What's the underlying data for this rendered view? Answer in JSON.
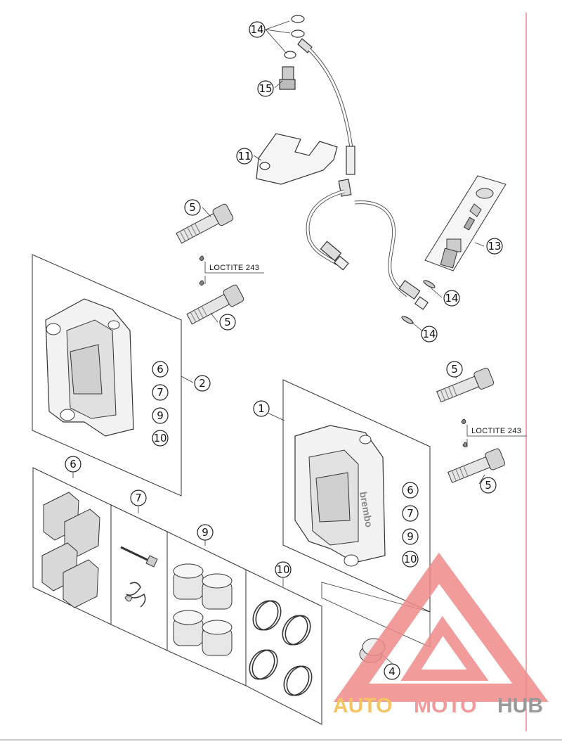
{
  "diagram": {
    "callouts": {
      "c14a": "14",
      "c15": "15",
      "c11": "11",
      "c13": "13",
      "c14b": "14",
      "c14c": "14",
      "c5a": "5",
      "c5b": "5",
      "c2": "2",
      "c6a": "6",
      "c7a": "7",
      "c9a": "9",
      "c10a": "10",
      "c1": "1",
      "c5c": "5",
      "c5d": "5",
      "c6b": "6",
      "c7b": "7",
      "c9b": "9",
      "c10b": "10",
      "c6c": "6",
      "c7c": "7",
      "c9c": "9",
      "c10c": "10",
      "c4": "4"
    },
    "notes": {
      "loctite_left": "LOCTITE 243",
      "loctite_right": "LOCTITE 243"
    },
    "caliper_logo": "brembo"
  },
  "watermark": {
    "part1": "AUTO",
    "part2": "MOTO",
    "part3": "HUB",
    "colors": {
      "auto": "#f5c462",
      "moto": "#f29a9a",
      "hub": "#999999",
      "triangle": "#f08a8a"
    }
  }
}
